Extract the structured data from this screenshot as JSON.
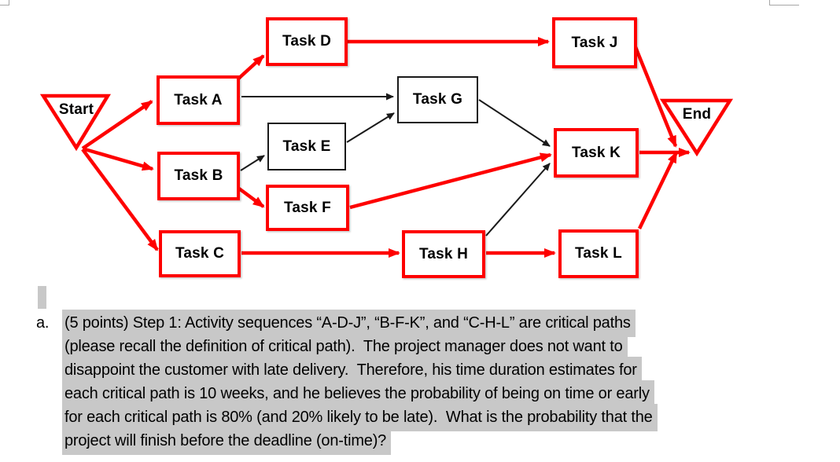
{
  "diagram": {
    "title": "Project activity network",
    "colors": {
      "critical_path": "#fe0000",
      "non_critical": "#1a1a1a",
      "node_fill": "#ffffff",
      "text": "#000000"
    },
    "nodes": {
      "start": {
        "label": "Start",
        "type": "milestone"
      },
      "a": {
        "label": "Task A",
        "critical": true
      },
      "b": {
        "label": "Task B",
        "critical": true
      },
      "c": {
        "label": "Task C",
        "critical": true
      },
      "d": {
        "label": "Task D",
        "critical": true
      },
      "e": {
        "label": "Task E",
        "critical": false
      },
      "f": {
        "label": "Task F",
        "critical": true
      },
      "g": {
        "label": "Task G",
        "critical": false
      },
      "h": {
        "label": "Task H",
        "critical": true
      },
      "j": {
        "label": "Task J",
        "critical": true
      },
      "k": {
        "label": "Task K",
        "critical": true
      },
      "l": {
        "label": "Task L",
        "critical": true
      },
      "end": {
        "label": "End",
        "type": "milestone"
      }
    },
    "edges": [
      {
        "from": "Start",
        "to": "Task A",
        "critical": true
      },
      {
        "from": "Start",
        "to": "Task B",
        "critical": true
      },
      {
        "from": "Start",
        "to": "Task C",
        "critical": true
      },
      {
        "from": "Task A",
        "to": "Task D",
        "critical": true
      },
      {
        "from": "Task A",
        "to": "Task G",
        "critical": false
      },
      {
        "from": "Task B",
        "to": "Task E",
        "critical": false
      },
      {
        "from": "Task B",
        "to": "Task F",
        "critical": true
      },
      {
        "from": "Task C",
        "to": "Task H",
        "critical": true
      },
      {
        "from": "Task D",
        "to": "Task J",
        "critical": true
      },
      {
        "from": "Task E",
        "to": "Task G",
        "critical": false
      },
      {
        "from": "Task F",
        "to": "Task K",
        "critical": true
      },
      {
        "from": "Task G",
        "to": "Task K",
        "critical": false
      },
      {
        "from": "Task H",
        "to": "Task K",
        "critical": false
      },
      {
        "from": "Task H",
        "to": "Task L",
        "critical": true
      },
      {
        "from": "Task J",
        "to": "End",
        "critical": true
      },
      {
        "from": "Task K",
        "to": "End",
        "critical": true
      },
      {
        "from": "Task L",
        "to": "End",
        "critical": true
      }
    ]
  },
  "question": {
    "list_marker": "a.",
    "highlight_color": "#c8c8c8",
    "lines": [
      "(5 points) Step 1: Activity sequences “A-D-J”, “B-F-K”, and “C-H-L” are critical paths",
      "(please recall the definition of critical path).  The project manager does not want to",
      "disappoint the customer with late delivery.  Therefore, his time duration estimates for",
      "each critical path is 10 weeks, and he believes the probability of being on time or early",
      "for each critical path is 80% (and 20% likely to be late).  What is the probability that the",
      "project will finish before the deadline (on-time)?"
    ]
  }
}
